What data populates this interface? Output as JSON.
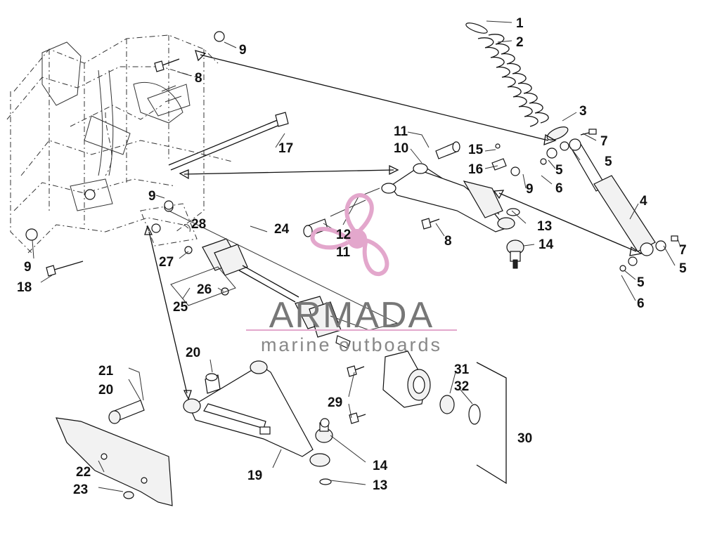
{
  "watermark": {
    "brand": "ARMADA",
    "tagline": "marine outboards",
    "colors": {
      "accent": "#e3a7cc",
      "text": "#777777"
    }
  },
  "callouts": [
    "1",
    "2",
    "3",
    "4",
    "5",
    "5",
    "5",
    "5",
    "6",
    "6",
    "7",
    "7",
    "8",
    "8",
    "9",
    "9",
    "9",
    "9",
    "10",
    "11",
    "11",
    "12",
    "13",
    "13",
    "14",
    "14",
    "15",
    "16",
    "17",
    "18",
    "19",
    "20",
    "20",
    "21",
    "22",
    "23",
    "24",
    "25",
    "26",
    "27",
    "28",
    "29",
    "30",
    "31",
    "32"
  ]
}
